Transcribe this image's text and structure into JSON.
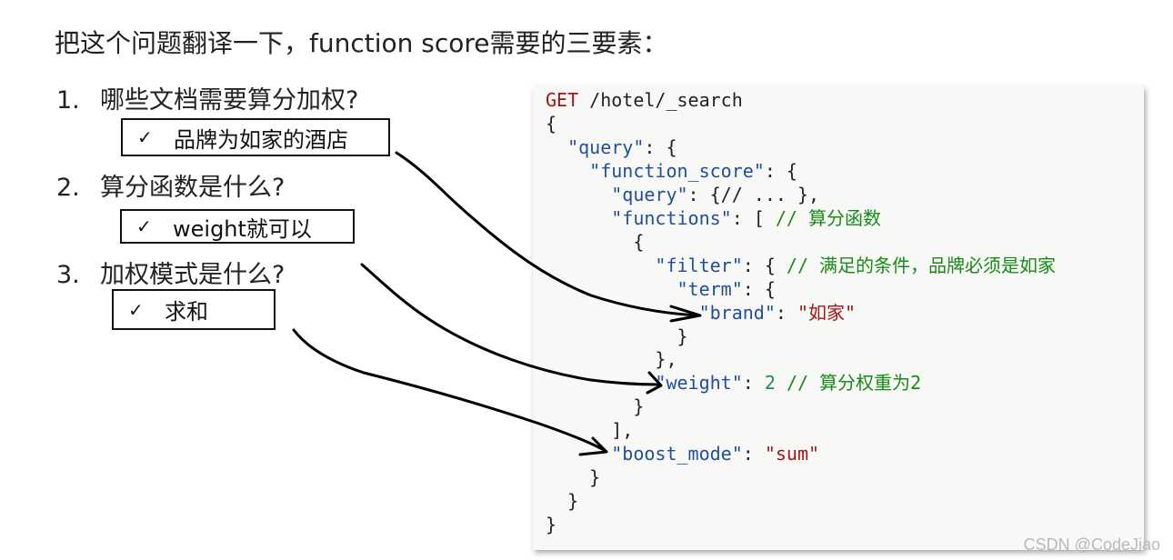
{
  "heading": "把这个问题翻译一下，function score需要的三要素：",
  "questions": [
    {
      "num": "1.",
      "text": "哪些文档需要算分加权?",
      "answer": "品牌为如家的酒店"
    },
    {
      "num": "2.",
      "text": "算分函数是什么?",
      "answer": "weight就可以"
    },
    {
      "num": "3.",
      "text": "加权模式是什么?",
      "answer": "求和"
    }
  ],
  "check_mark": "✓",
  "code": {
    "method": "GET",
    "path": " /hotel/_search",
    "query_key": "\"query\"",
    "function_score_key": "\"function_score\"",
    "inner_query_key": "\"query\"",
    "inner_query_rest": ": {// ... },",
    "functions_key": "\"functions\"",
    "functions_comment": "// 算分函数",
    "filter_key": "\"filter\"",
    "filter_comment": "// 满足的条件，品牌必须是如家",
    "term_key": "\"term\"",
    "brand_key": "\"brand\"",
    "brand_value": "\"如家\"",
    "weight_key": "\"weight\"",
    "weight_value": "2",
    "weight_comment": "// 算分权重为2",
    "boost_mode_key": "\"boost_mode\"",
    "boost_mode_value": "\"sum\""
  },
  "watermark": "CSDN @CodeJiao"
}
